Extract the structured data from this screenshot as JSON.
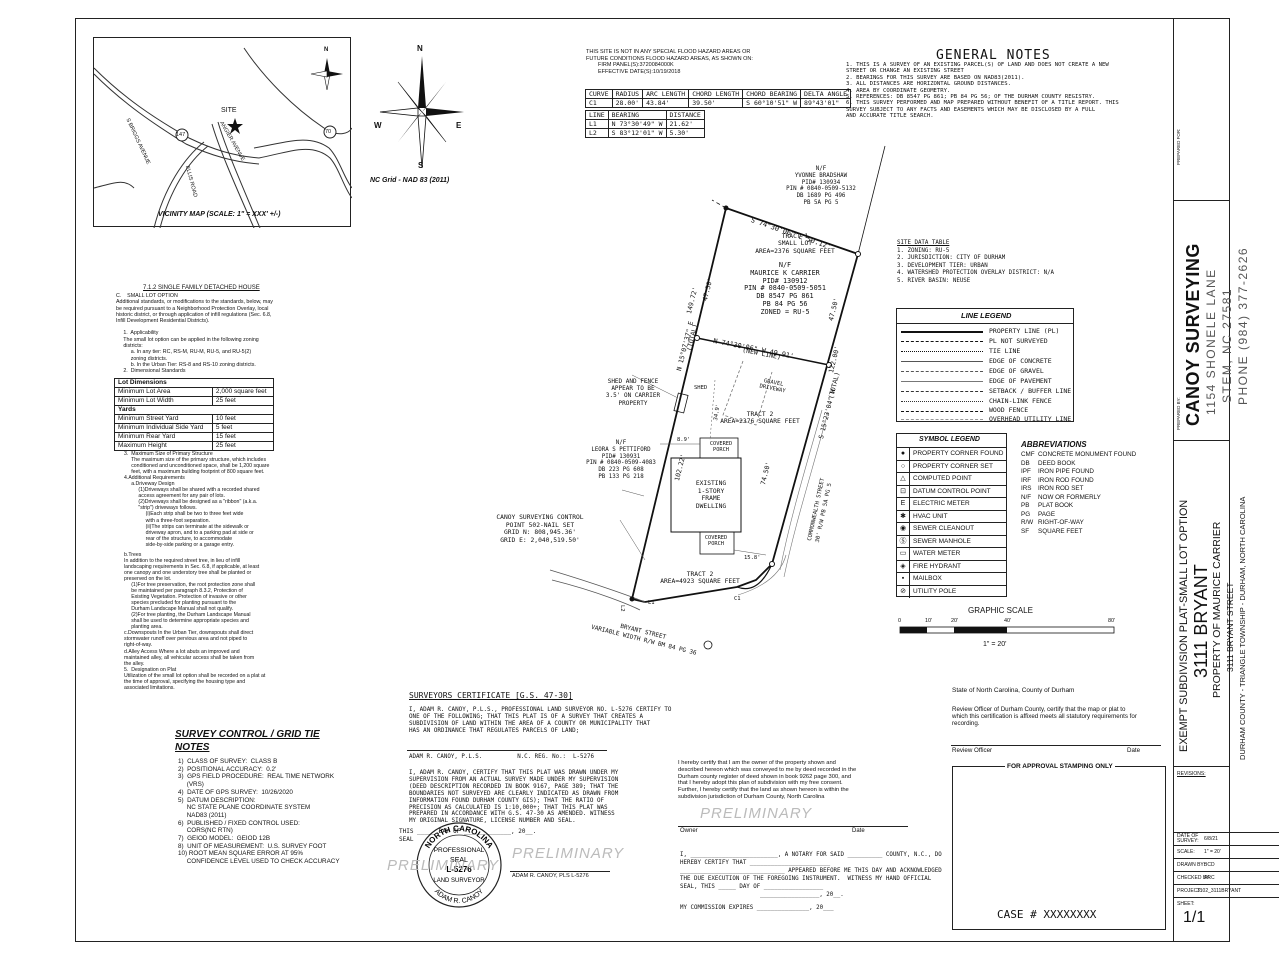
{
  "vicinity_map": {
    "caption": "VICINITY MAP (SCALE: 1\" = XXX' +/-)",
    "streets": [
      "S BRIGGS AVENUE",
      "ANGIER AVENUE",
      "ELLIS ROAD"
    ],
    "route_numbers": [
      "147",
      "70"
    ],
    "site_label": "SITE"
  },
  "north_arrow": {
    "n": "N",
    "s": "S",
    "e": "E",
    "w": "W",
    "grid": "NC Grid - NAD 83 (2011)"
  },
  "flood_note": [
    "THIS SITE IS NOT IN ANY SPECIAL FLOOD HAZARD AREAS OR",
    "FUTURE CONDITIONS FLOOD HAZARD AREAS, AS SHOWN ON:",
    "FIRM PANEL(S):3720084000K",
    "EFFECTIVE DATE(S):10/19/2018"
  ],
  "curve_table": {
    "headers": [
      "CURVE",
      "RADIUS",
      "ARC LENGTH",
      "CHORD LENGTH",
      "CHORD BEARING",
      "DELTA ANGLE"
    ],
    "rows": [
      [
        "C1",
        "28.00'",
        "43.84'",
        "39.50'",
        "S 60°10'51\" W",
        "89°43'01\""
      ]
    ]
  },
  "line_table": {
    "headers": [
      "LINE",
      "BEARING",
      "DISTANCE"
    ],
    "rows": [
      [
        "L1",
        "N 73°30'49\" W",
        "21.62'"
      ],
      [
        "L2",
        "S 83°12'01\" W",
        "5.30'"
      ]
    ]
  },
  "general_notes": {
    "title": "GENERAL NOTES",
    "items": [
      "1.  THIS IS A SURVEY OF AN EXISTING PARCEL(S) OF LAND AND DOES NOT CREATE A NEW",
      "     STREET OR CHANGE AN EXISTING STREET",
      "2.  BEARINGS FOR THIS SURVEY ARE BASED ON NAD83(2011).",
      "3.  ALL DISTANCES ARE HORIZONTAL GROUND DISTANCES.",
      "4.  AREA BY COORDINATE GEOMETRY.",
      "5.  REFERENCES: DB 8547 PG 861; PB 84 PG 56; OF THE DURHAM COUNTY REGISTRY.",
      "6.  THIS SURVEY PERFORMED AND MAP PREPARED WITHOUT BENEFIT OF A TITLE REPORT. THIS",
      "     SURVEY SUBJECT TO ANY FACTS AND EASEMENTS WHICH MAY BE DISCLOSED BY A FULL",
      "     AND ACCURATE TITLE SEARCH."
    ]
  },
  "site_data": {
    "title": "SITE DATA TABLE",
    "items": [
      "1.  ZONING: RU-5",
      "2.  JURISDICTION: CITY OF DURHAM",
      "3.  DEVELOPMENT TIER: URBAN",
      "4.  WATERSHED PROTECTION OVERLAY DISTRICT: N/A",
      "5.  RIVER BASIN: NEUSE"
    ]
  },
  "line_legend": {
    "title": "LINE LEGEND",
    "items": [
      "PROPERTY LINE (PL)",
      "PL NOT SURVEYED",
      "TIE LINE",
      "EDGE OF CONCRETE",
      "EDGE OF GRAVEL",
      "EDGE OF PAVEMENT",
      "SETBACK / BUFFER LINE",
      "CHAIN-LINK FENCE",
      "WOOD FENCE",
      "OVERHEAD UTILITY LINE"
    ]
  },
  "symbol_legend": {
    "title": "SYMBOL LEGEND",
    "items": [
      "PROPERTY CORNER FOUND",
      "PROPERTY CORNER SET",
      "COMPUTED POINT",
      "DATUM CONTROL POINT",
      "ELECTRIC METER",
      "HVAC UNIT",
      "SEWER CLEANOUT",
      "SEWER MANHOLE",
      "WATER METER",
      "FIRE HYDRANT",
      "MAILBOX",
      "UTILITY POLE"
    ]
  },
  "abbreviations": {
    "title": "ABBREVIATIONS",
    "items": [
      [
        "CMF",
        "CONCRETE MONUMENT FOUND"
      ],
      [
        "DB",
        "DEED BOOK"
      ],
      [
        "IPF",
        "IRON PIPE FOUND"
      ],
      [
        "IRF",
        "IRON ROD FOUND"
      ],
      [
        "IRS",
        "IRON ROD SET"
      ],
      [
        "N/F",
        "NOW OR FORMERLY"
      ],
      [
        "PB",
        "PLAT BOOK"
      ],
      [
        "PG",
        "PAGE"
      ],
      [
        "R/W",
        "RIGHT-OF-WAY"
      ],
      [
        "SF",
        "SQUARE FEET"
      ]
    ]
  },
  "graphic_scale": {
    "title": "GRAPHIC SCALE",
    "ticks": [
      "0",
      "10'",
      "20'",
      "40'",
      "80'"
    ],
    "note": "1\" = 20'"
  },
  "plat": {
    "adjoiner_north": [
      "N/F",
      "YVONNE BRADSHAW",
      "PID# 130934",
      "PIN # 0840-0509-5132",
      "DB 1689 PG 496",
      "PB 5A PG 5"
    ],
    "tract1": [
      "TRACT 1",
      "SMALL LOT",
      "AREA=2376 SQUARE FEET"
    ],
    "owner": [
      "N/F",
      "MAURICE K CARRIER",
      "PID# 130912",
      "PIN # 0840-0509-5051",
      "DB 8547 PG 861",
      "PB 84 PG 56",
      "ZONED = RU-5"
    ],
    "adjoiner_west": [
      "N/F",
      "LEORA S PETTIFORD",
      "PID# 130931",
      "PIN # 0840-0509-4083",
      "DB 223 PG 608",
      "PB 133 PG 218"
    ],
    "tract2_upper": [
      "TRACT 2",
      "AREA=2376 SQUARE FEET"
    ],
    "tract2_lower": [
      "TRACT 2",
      "AREA=4923 SQUARE FEET"
    ],
    "dwelling": [
      "EXISTING",
      "1-STORY",
      "FRAME",
      "DWELLING"
    ],
    "covered_porch": [
      "COVERED",
      "PORCH"
    ],
    "gravel": [
      "GRAVEL",
      "DRIVEWAY"
    ],
    "shed": "SHED",
    "shed_note": [
      "SHED AND FENCE",
      "APPEAR TO BE",
      "3.5' ON CARRIER",
      "PROPERTY"
    ],
    "control_point": [
      "CANOY SURVEYING CONTROL",
      "POINT 502-NAIL SET",
      "GRID N:  808,945.36'",
      "GRID E:  2,040,519.50'"
    ],
    "bearing_top": "S 74°30'06\" E   50.12'",
    "bearing_mid": "N 74°30'06\" W   49.91'",
    "new_line": "(NEW LINE)",
    "bearing_left": "N 15°07'37\" E",
    "left_total": "(TOTAL)",
    "left_dist": "149.72'",
    "left_upper": "47.50'",
    "left_lower": "102.22'",
    "bearing_right": "S 15°23'04\" W",
    "right_total": "(TOTAL)",
    "right_dist": "122.00'",
    "right_upper": "47.50'",
    "right_lower": "74.50'",
    "dim_89": "8.9'",
    "dim_349": "34.9'",
    "dim_158": "15.8'",
    "commonwealth": [
      "COMMONWEALTH STREET",
      "30' R/W PB 5A PG 5"
    ],
    "bryant": [
      "BRYANT STREET",
      "VARIABLE WIDTH R/W BM 84 PG 36"
    ],
    "labels": [
      "L1",
      "L2",
      "C1"
    ]
  },
  "small_lot": {
    "heading": "7.1.2  SINGLE FAMILY DETACHED HOUSE",
    "lines1": [
      "C.    SMALL LOT OPTION",
      "Additional standards, or modifications to the standards, below, may",
      "be required pursuant to a Neighborhood Protection Overlay, local",
      "historic district, or through application of infill regulations (Sec. 6.8,",
      "Infill Development Residential Districts).",
      "",
      "     1.  Applicability",
      "     The small lot option can be applied in the following zoning",
      "     districts:",
      "          a. In any tier: RC, RS-M, RU-M, RU-5, and RU-5(2)",
      "          zoning districts.",
      "          b. In the Urban Tier: RS-8 and RS-10 zoning districts.",
      "     2.  Dimensional Standards"
    ],
    "table": [
      [
        "Lot Dimensions",
        ""
      ],
      [
        "Minimum Lot Area",
        "2,000 square feet"
      ],
      [
        "Minimum Lot Width",
        "25 feet"
      ],
      [
        "Yards",
        ""
      ],
      [
        "Minimum Street Yard",
        "10 feet"
      ],
      [
        "Minimum Individual Side Yard",
        "5 feet"
      ],
      [
        "Minimum Rear Yard",
        "15 feet"
      ],
      [
        "Maximum Height",
        "25 feet"
      ]
    ],
    "lines2": [
      "3.  Maximum Size of Primary Structure",
      "     The maximum size of the primary structure, which includes",
      "     conditioned and unconditioned space, shall be 1,200 square",
      "     feet, with a maximum building footprint of 800 square feet.",
      "4.Additional Requirements",
      "     a.Driveway Design",
      "          (1)Driveways shall be shared with a recorded shared",
      "          access agreement for any pair of lots.",
      "          (2)Driveways shall be designed as a \"ribbon\" (a.k.a.",
      "          \"strip\") driveways follows.",
      "               (i)Each strip shall be two to three feet wide",
      "               with a three-foot separation.",
      "               (ii)The strips can terminate at the sidewalk or",
      "               driveway apron, and to a parking pad at side or",
      "               rear of the structure, to accommodate",
      "               side-by-side parking or a garage entry.",
      "",
      "b.Trees",
      "In addition to the required street tree, in lieu of infill",
      "landscaping requirements in Sec. 6.8, if applicable, at least",
      "one canopy and one understory tree shall be planted or",
      "preserved on the lot.",
      "     (1)For tree preservation, the root protection zone shall",
      "     be maintained per paragraph 8.3.2, Protection of",
      "     Existing Vegetation. Protection of invasive or other",
      "     species precluded for planting pursuant to the",
      "     Durham Landscape Manual shall not qualify.",
      "     (2)For tree planting, the Durham Landscape Manual",
      "     shall be used to determine appropriate species and",
      "     planting area.",
      "c.Downspouts In the Urban Tier, downspouts shall direct",
      "stormwater runoff over pervious area and not piped to",
      "right-of-way.",
      "d.Alley Access Where a lot abuts an improved and",
      "maintained alley, all vehicular access shall be taken from",
      "the alley.",
      "5.  Designation on Plat",
      "Utilization of the small lot option shall be recorded on a plat at",
      "the time of approval, specifying the housing type and",
      "associated limitations."
    ]
  },
  "survey_control": {
    "title1": "SURVEY CONTROL / GRID TIE",
    "title2": "NOTES",
    "items": [
      "1)  CLASS OF SURVEY:  CLASS B",
      "2)  POSITIONAL ACCURACY:  0.2'",
      "3)  GPS FIELD PROCEDURE:  REAL TIME NETWORK",
      "     (VRS)",
      "4)  DATE OF GPS SURVEY:  10/26/2020",
      "5)  DATUM DESCRIPTION:",
      "     NC STATE PLANE COORDINATE SYSTEM",
      "     NAD83 (2011)",
      "6)  PUBLISHED / FIXED CONTROL USED:",
      "     CORS(NC RTN)",
      "7)  GEIOD MODEL:  GEIOD 12B",
      "8)  UNIT OF MEASUREMENT:  U.S. SURVEY FOOT",
      "10) ROOT MEAN SQUARE ERROR AT 95%",
      "     CONFIDENCE LEVEL USED TO CHECK ACCURACY"
    ]
  },
  "seal": {
    "outer": "NORTH CAROLINA",
    "prof": "PROFESSIONAL",
    "seal": "SEAL",
    "num": "L-5276",
    "ls": "LAND SURVEYOR",
    "name": "ADAM R. CANOY"
  },
  "preliminary": "PRELIMINARY",
  "surveyors_cert": {
    "title": "SURVEYORS CERTIFICATE   [G.S. 47-30]",
    "p1": [
      "I, ADAM R. CANOY, P.L.S., PROFESSIONAL LAND SURVEYOR NO. L-5276 CERTIFY TO",
      "ONE OF THE FOLLOWING; THAT THIS PLAT IS OF A SURVEY THAT CREATES A",
      "SUBDIVISION OF LAND WITHIN THE AREA OF A COUNTY OR MUNICIPALITY THAT",
      "HAS AN ORDINANCE THAT REGULATES PARCELS OF LAND;"
    ],
    "sig1": "ADAM R. CANOY, P.L.S.          N.C. REG. No.:  L-5276",
    "p2": [
      "I, ADAM R. CANOY, CERTIFY THAT THIS PLAT WAS DRAWN UNDER MY",
      "SUPERVISION FROM AN ACTUAL SURVEY MADE UNDER MY SUPERVISION",
      "(DEED DESCRIPTION RECORDED IN BOOK 9167, PAGE 389; THAT THE",
      "BOUNDARIES NOT SURVEYED ARE CLEARLY INDICATED AS DRAWN FROM",
      "INFORMATION FOUND DURHAM COUNTY GIS); THAT THE RATIO OF",
      "PRECISION AS CALCULATED IS 1:10,000+; THAT THIS PLAT WAS",
      "PREPARED IN ACCORDANCE WITH G.S. 47-30 AS AMENDED. WITNESS",
      "MY ORIGINAL SIGNATURE, LICENSE NUMBER AND SEAL."
    ],
    "date_line": "THIS _____ DAY OF _____________, 20__.",
    "seal_lbl": "SEAL",
    "sig2": "ADAM R. CANOY, PLS  L-5276"
  },
  "owner_cert": {
    "p": [
      "I hereby certify that I am the owner of the property shown and",
      "described hereon which was conveyed to me by deed recorded in the",
      "Durham county register of deed shown in book 9262 page 300, and",
      "that I hereby adopt this plan of subdivision with my free consent.",
      "Further, I hereby certify that the land as shown hereon is within the",
      "subdivision jurisdiction of Durham County, North Carolina"
    ],
    "owner": "Owner",
    "date": "Date",
    "notary": [
      "I, _________________________, A NOTARY FOR SAID __________ COUNTY, N.C., DO",
      "HEREBY CERTIFY THAT _______________________",
      "______________________________ APPEARED BEFORE ME THIS DAY AND ACKNOWLEDGED",
      "THE DUE EXECUTION OF THE FOREGOING INSTRUMENT.  WITNESS MY HAND OFFICIAL",
      "SEAL, THIS _____ DAY OF _________________",
      "_________________, 20__.",
      "",
      "MY COMMISSION EXPIRES _______________, 20___"
    ]
  },
  "review_cert": {
    "l1": "State of North Carolina, County of Durham",
    "p": [
      "Review Officer of Durham County, certify that the map or plat to",
      "which this certification is affixed meets all statutory requirements for",
      "recording."
    ],
    "reviewer": "Review Officer",
    "date": "Date"
  },
  "approval": {
    "title": "FOR APPROVAL STAMPING ONLY",
    "case": "CASE  #  XXXXXXXX"
  },
  "title_block": {
    "prepared_for": "PREPARED FOR:",
    "prepared_by": "PREPARED BY:",
    "company": "CANOY SURVEYING",
    "addr1": "1154 SHONELE LANE",
    "addr2": "STEM, NC 27581",
    "phone": "PHONE (984) 377-2626",
    "plat_title": "EXEMPT SUBDIVISION PLAT-SMALL LOT OPTION",
    "address": "3111 BRYANT",
    "property_of": "PROPERTY OF MAURICE CARRIER",
    "street": "3111 BRYANT STREET",
    "county": "DURHAM COUNTY - TRIANGLE TOWNSHIP - DURHAM, NORTH CAROLINA",
    "revisions": "REVISIONS:",
    "rows": [
      [
        "DATE OF SURVEY:",
        "6/8/21"
      ],
      [
        "SCALE:",
        "1\" = 20'"
      ],
      [
        "DRAWN BY:",
        "BCD"
      ],
      [
        "CHECKED BY:",
        "ARC"
      ],
      [
        "PROJECT:",
        "3102_3111BRYANT"
      ]
    ],
    "sheet_lbl": "SHEET:",
    "sheet": "1/1"
  }
}
